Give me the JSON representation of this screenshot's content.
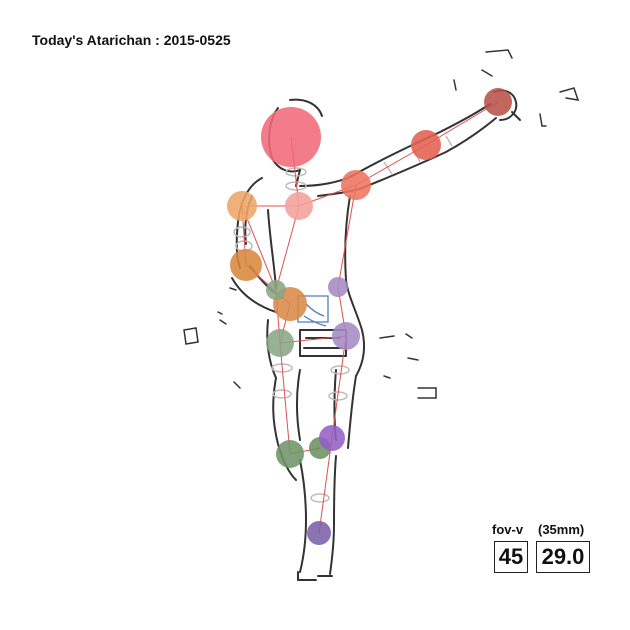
{
  "title": "Today's Atarichan : 2015-0525",
  "camera": {
    "fov_label": "fov-v",
    "lens_label": "(35mm)",
    "fov_value": "45",
    "lens_value": "29.0"
  },
  "joint_colors": {
    "head": "#f06a7a",
    "neck": "#f4a09a",
    "shoulder_right": "#ee7460",
    "elbow_right": "#e36050",
    "hand_right": "#b8524a",
    "shoulder_left": "#eea567",
    "elbow_left": "#d9873e",
    "hand_left": "#d98a48",
    "hip_left": "#8aa585",
    "knee_left": "#6f9468",
    "ankle_left": "#6a9262",
    "hip_right": "#a58ac4",
    "knee_right": "#9560c4",
    "ankle_right": "#7a5ea8",
    "limb_line": "#e05050"
  }
}
